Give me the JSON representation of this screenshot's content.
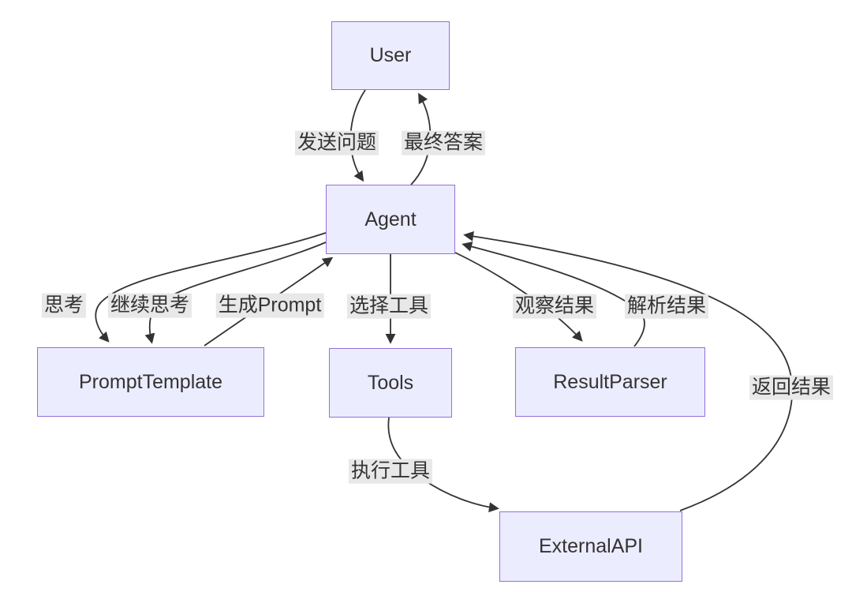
{
  "diagram": {
    "type": "flowchart",
    "colors": {
      "node_fill": "#ECECFF",
      "node_border": "#9370DB",
      "edge_color": "#333333",
      "text_color": "#333333",
      "label_bg": "#e8e8e8",
      "canvas_bg": "#ffffff"
    },
    "nodes": [
      {
        "id": "user",
        "label": "User"
      },
      {
        "id": "agent",
        "label": "Agent"
      },
      {
        "id": "prompt-template",
        "label": "PromptTemplate"
      },
      {
        "id": "tools",
        "label": "Tools"
      },
      {
        "id": "result-parser",
        "label": "ResultParser"
      },
      {
        "id": "external-api",
        "label": "ExternalAPI"
      }
    ],
    "edges": [
      {
        "from": "User",
        "to": "Agent",
        "label": "发送问题"
      },
      {
        "from": "Agent",
        "to": "User",
        "label": "最终答案"
      },
      {
        "from": "Agent",
        "to": "PromptTemplate",
        "label": "思考"
      },
      {
        "from": "Agent",
        "to": "PromptTemplate",
        "label": "继续思考"
      },
      {
        "from": "PromptTemplate",
        "to": "Agent",
        "label": "生成Prompt"
      },
      {
        "from": "Agent",
        "to": "Tools",
        "label": "选择工具"
      },
      {
        "from": "Agent",
        "to": "ResultParser",
        "label": "观察结果"
      },
      {
        "from": "ResultParser",
        "to": "Agent",
        "label": "解析结果"
      },
      {
        "from": "Tools",
        "to": "ExternalAPI",
        "label": "执行工具"
      },
      {
        "from": "ExternalAPI",
        "to": "Agent",
        "label": "返回结果"
      }
    ]
  }
}
